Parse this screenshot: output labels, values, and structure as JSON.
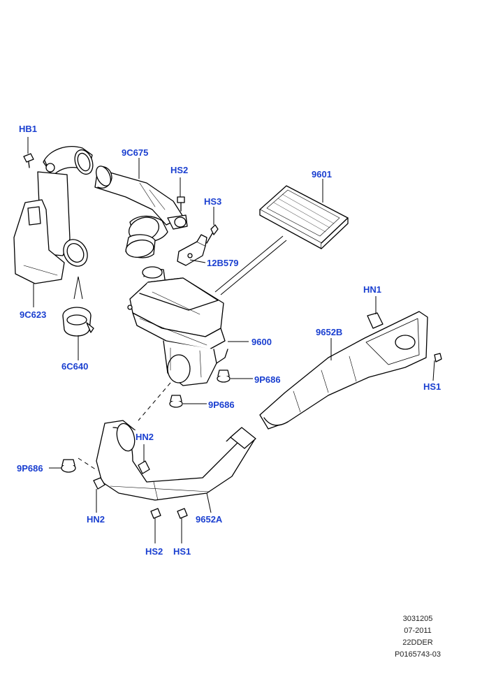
{
  "diagram": {
    "labels": {
      "hb1": "HB1",
      "c9c675": "9C675",
      "hs2_top": "HS2",
      "hs3": "HS3",
      "p9601": "9601",
      "p12b579": "12B579",
      "p9c623": "9C623",
      "p6c640": "6C640",
      "p9600": "9600",
      "hn1": "HN1",
      "p9652b": "9652B",
      "hs1_right": "HS1",
      "p9p686_a": "9P686",
      "p9p686_b": "9P686",
      "hn2_upper": "HN2",
      "p9p686_c": "9P686",
      "hn2_lower": "HN2",
      "p9652a": "9652A",
      "hs2_bottom": "HS2",
      "hs1_bottom": "HS1"
    },
    "colors": {
      "callout": "#1a3fd0",
      "line": "#000000",
      "part_fill": "#ffffff"
    }
  },
  "footer": {
    "code": "3031205",
    "date": "07-2011",
    "model": "22DDER",
    "ref": "P0165743-03"
  }
}
